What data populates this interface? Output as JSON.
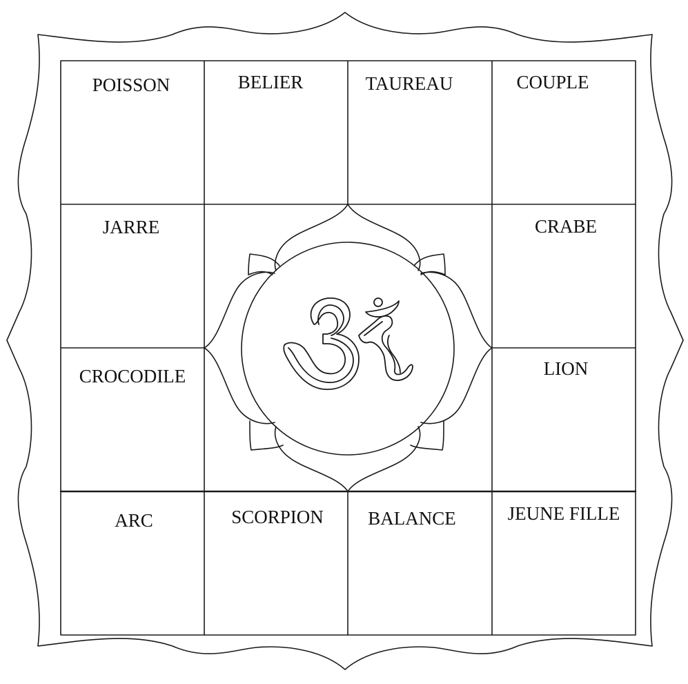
{
  "colors": {
    "line": "#1a1a1a",
    "background": "#ffffff"
  },
  "chart": {
    "cells": [
      {
        "id": "poisson",
        "label": "POISSON"
      },
      {
        "id": "belier",
        "label": "BELIER"
      },
      {
        "id": "taureau",
        "label": "TAUREAU"
      },
      {
        "id": "couple",
        "label": "COUPLE"
      },
      {
        "id": "jarre",
        "label": "JARRE"
      },
      {
        "id": "crabe",
        "label": "CRABE"
      },
      {
        "id": "crocodile",
        "label": "CROCODILE"
      },
      {
        "id": "lion",
        "label": "LION"
      },
      {
        "id": "arc",
        "label": "ARC"
      },
      {
        "id": "scorpion",
        "label": "SCORPION"
      },
      {
        "id": "balance",
        "label": "BALANCE"
      },
      {
        "id": "jeune-fille",
        "label": "JEUNE FILLE"
      }
    ],
    "center_symbol": "om-icon"
  }
}
